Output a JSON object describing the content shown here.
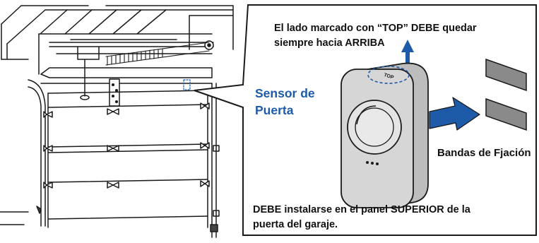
{
  "callout": {
    "top_note_line1": "El lado marcado con “TOP” DEBE quedar",
    "top_note_line2": "siempre hacia ARRIBA",
    "sensor_label_line1": "Sensor de",
    "sensor_label_line2": "Puerta",
    "strips_label": "Bandas de Fjación",
    "install_note_line1": "DEBE instalarse en el panel SUPERIOR de la",
    "install_note_line2": "puerta del garaje.",
    "sensor_marking": "TOP"
  },
  "colors": {
    "accent_blue": "#1d5aa8",
    "line": "#1a1a1a",
    "sensor_body": "#d6d6d6",
    "strip_gray": "#8a8a8a"
  }
}
